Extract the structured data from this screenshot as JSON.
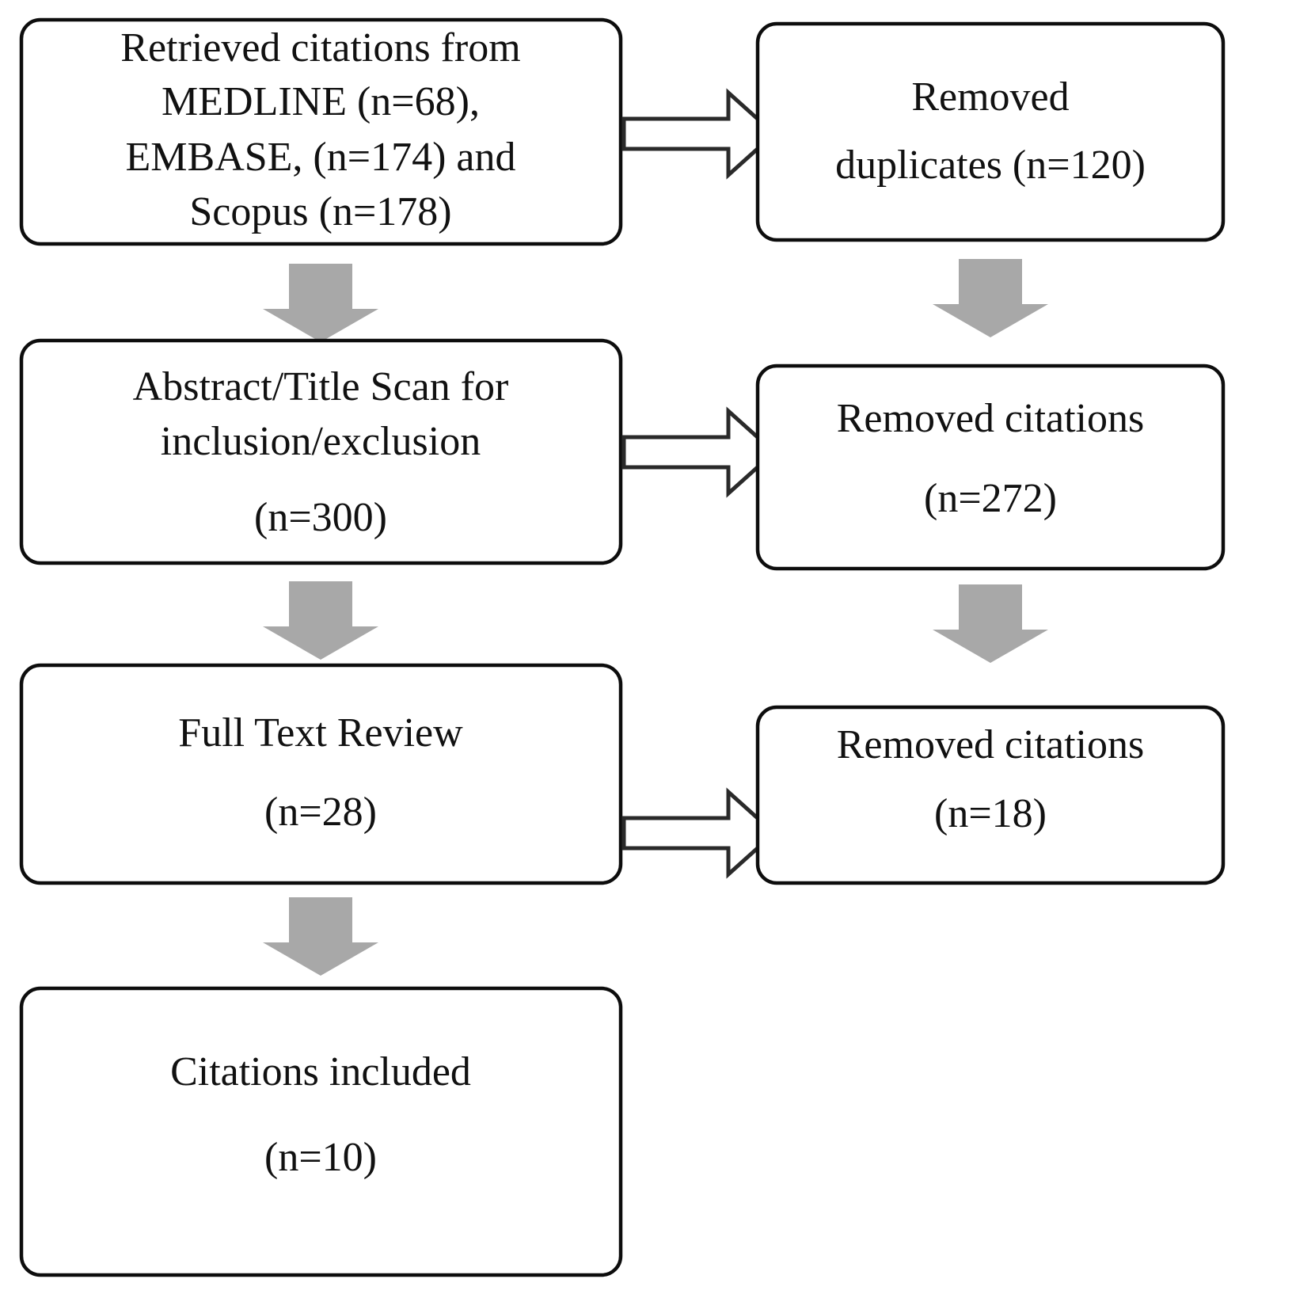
{
  "diagram": {
    "type": "prisma-flow-diagram",
    "title": "",
    "colors": {
      "box_border": "#0d0d0d",
      "box_fill": "#ffffff",
      "gray_arrow": "#a8a8a8",
      "hollow_arrow_stroke": "#2a2a2a",
      "text": "#111111",
      "background": "#ffffff"
    },
    "nodes": [
      {
        "id": "retrieved",
        "name": "retrieved-citations-box",
        "column": "left",
        "row": 1,
        "lines": [
          "Retrieved citations from",
          "MEDLINE (n=68),",
          "EMBASE, (n=174) and",
          "Scopus (n=178)"
        ]
      },
      {
        "id": "removed-duplicates",
        "name": "removed-duplicates-box",
        "column": "right",
        "row": 1,
        "lines": [
          "Removed",
          "duplicates (n=120)"
        ]
      },
      {
        "id": "abstract-scan",
        "name": "abstract-title-scan-box",
        "column": "left",
        "row": 2,
        "lines": [
          "Abstract/Title Scan for",
          "inclusion/exclusion",
          "(n=300)"
        ]
      },
      {
        "id": "removed-272",
        "name": "removed-citations-272-box",
        "column": "right",
        "row": 2,
        "lines": [
          "Removed citations",
          "(n=272)"
        ]
      },
      {
        "id": "full-text",
        "name": "full-text-review-box",
        "column": "left",
        "row": 3,
        "lines": [
          "Full Text Review",
          "(n=28)"
        ]
      },
      {
        "id": "removed-18",
        "name": "removed-citations-18-box",
        "column": "right",
        "row": 3,
        "lines": [
          "Removed citations",
          "(n=18)"
        ]
      },
      {
        "id": "included",
        "name": "citations-included-box",
        "column": "left",
        "row": 4,
        "lines": [
          "Citations included",
          "(n=10)"
        ]
      }
    ],
    "connectors": [
      {
        "id": "c1",
        "name": "arrow-retrieved-to-duplicates",
        "style": "hollow-right",
        "from": "retrieved",
        "to": "removed-duplicates"
      },
      {
        "id": "c2",
        "name": "arrow-retrieved-to-abstract-scan",
        "style": "gray-down",
        "from": "retrieved",
        "to": "abstract-scan"
      },
      {
        "id": "c3",
        "name": "arrow-duplicates-to-removed-272",
        "style": "gray-down",
        "from": "removed-duplicates",
        "to": "removed-272"
      },
      {
        "id": "c4",
        "name": "arrow-abstract-scan-to-removed-272",
        "style": "hollow-right",
        "from": "abstract-scan",
        "to": "removed-272"
      },
      {
        "id": "c5",
        "name": "arrow-abstract-scan-to-full-text",
        "style": "gray-down",
        "from": "abstract-scan",
        "to": "full-text"
      },
      {
        "id": "c6",
        "name": "arrow-removed-272-to-removed-18",
        "style": "gray-down",
        "from": "removed-272",
        "to": "removed-18"
      },
      {
        "id": "c7",
        "name": "arrow-full-text-to-removed-18",
        "style": "hollow-right",
        "from": "full-text",
        "to": "removed-18"
      },
      {
        "id": "c8",
        "name": "arrow-full-text-to-included",
        "style": "gray-down",
        "from": "full-text",
        "to": "included"
      }
    ]
  }
}
